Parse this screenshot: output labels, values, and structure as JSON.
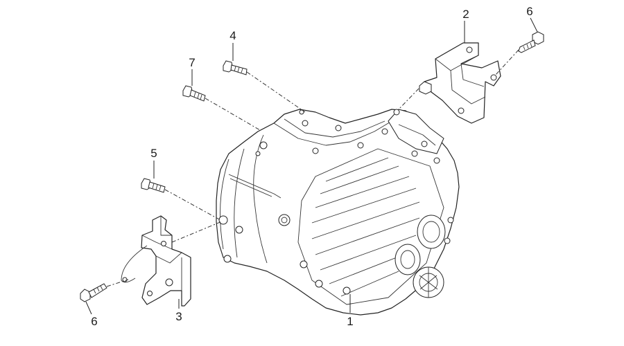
{
  "callouts": [
    {
      "id": "transaxle",
      "number": "1"
    },
    {
      "id": "mount-bracket-upper",
      "number": "2"
    },
    {
      "id": "mount-bracket-lower",
      "number": "3"
    },
    {
      "id": "bolt-top",
      "number": "4"
    },
    {
      "id": "bolt-left",
      "number": "5"
    },
    {
      "id": "bolt-bracket-upper",
      "number": "6"
    },
    {
      "id": "bolt-bracket-lower",
      "number": "6"
    },
    {
      "id": "bolt-upper-left",
      "number": "7"
    }
  ]
}
